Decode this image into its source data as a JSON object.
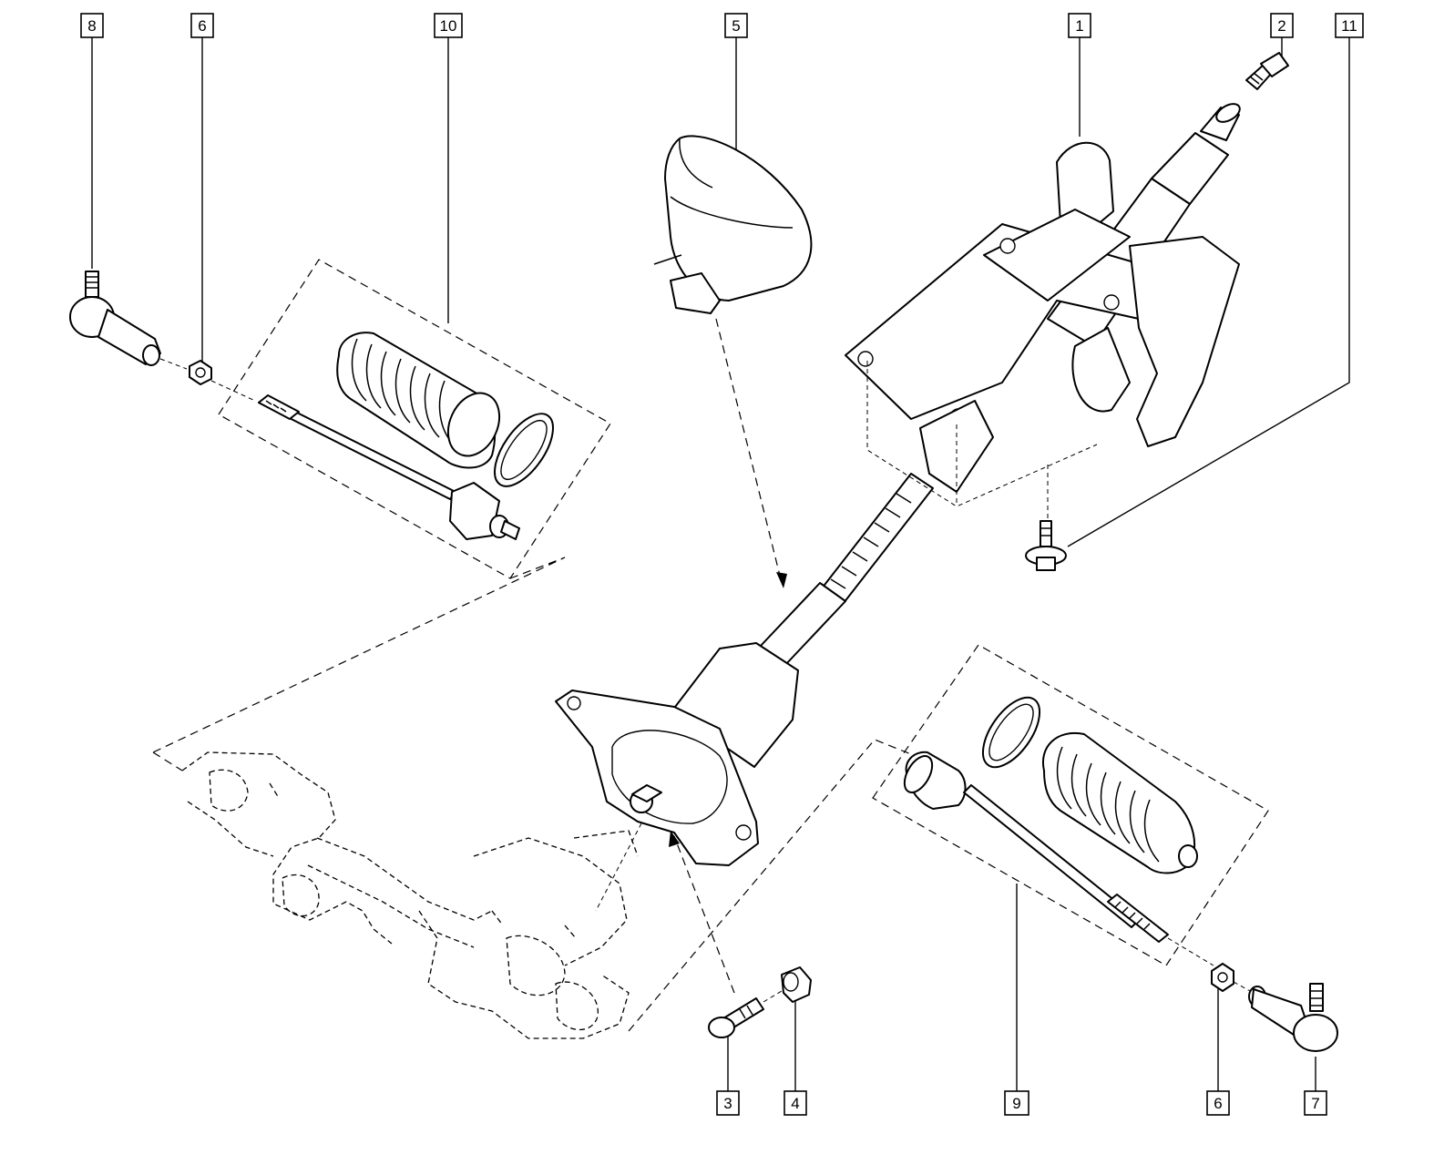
{
  "callouts": [
    {
      "id": "c8",
      "label": "8"
    },
    {
      "id": "c6a",
      "label": "6"
    },
    {
      "id": "c10",
      "label": "10"
    },
    {
      "id": "c5",
      "label": "5"
    },
    {
      "id": "c1",
      "label": "1"
    },
    {
      "id": "c2",
      "label": "2"
    },
    {
      "id": "c11",
      "label": "11"
    },
    {
      "id": "c3",
      "label": "3"
    },
    {
      "id": "c4",
      "label": "4"
    },
    {
      "id": "c9",
      "label": "9"
    },
    {
      "id": "c6b",
      "label": "6"
    },
    {
      "id": "c7",
      "label": "7"
    }
  ],
  "colors": {
    "ink": "#000000",
    "paper": "#ffffff"
  }
}
